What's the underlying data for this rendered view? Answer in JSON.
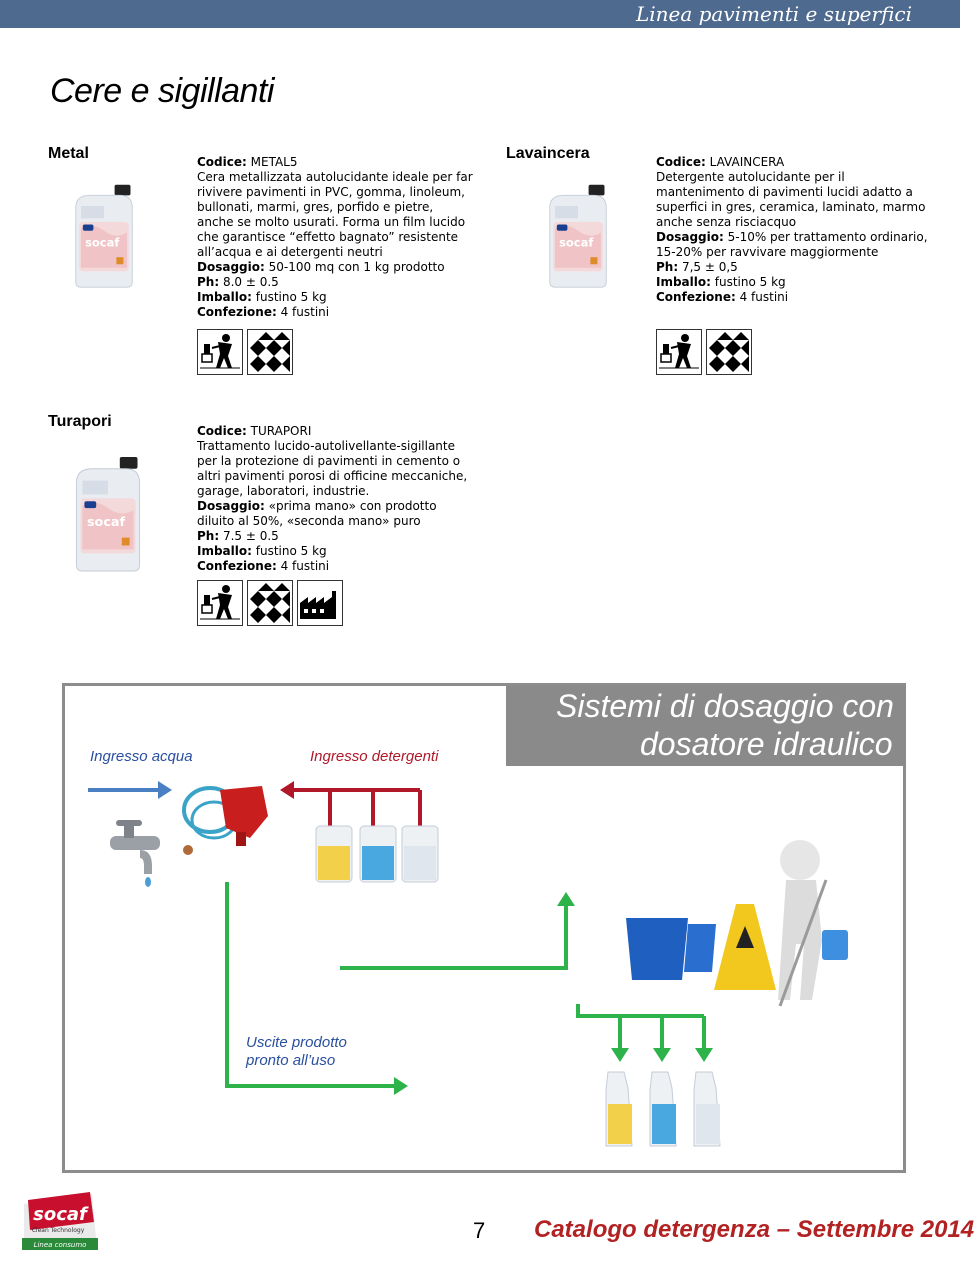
{
  "header": {
    "title": "Linea pavimenti e superfici"
  },
  "section": {
    "title": "Cere e sigillanti"
  },
  "products": [
    {
      "name": "Metal",
      "codice_label": "Codice:",
      "codice": "METAL5",
      "desc": [
        "Cera metallizzata autolucidante ideale per far",
        "rivivere pavimenti in PVC, gomma, linoleum,",
        "bullonati, marmi, gres, porfido e pietre,",
        "anche se molto usurati. Forma un film lucido",
        "che garantisce “effetto bagnato” resistente",
        "all’acqua e ai detergenti neutri"
      ],
      "dosaggio_label": "Dosaggio:",
      "dosaggio": [
        "50-100 mq con 1 kg prodotto"
      ],
      "ph_label": "Ph:",
      "ph": "8.0 ± 0.5",
      "imballo_label": "Imballo:",
      "imballo": "fustino 5 kg",
      "confezione_label": "Confezione:",
      "confezione": "4 fustini"
    },
    {
      "name": "Lavaincera",
      "codice_label": "Codice:",
      "codice": "LAVAINCERA",
      "desc": [
        "Detergente autolucidante per il",
        "mantenimento di pavimenti lucidi adatto a",
        "superfici in gres, ceramica, laminato, marmo",
        "anche senza risciacquo"
      ],
      "dosaggio_label": "Dosaggio:",
      "dosaggio": [
        "5-10% per trattamento ordinario,",
        "15-20% per ravvivare maggiormente"
      ],
      "ph_label": "Ph:",
      "ph": "7,5 ± 0,5",
      "imballo_label": "Imballo:",
      "imballo": "fustino 5 kg",
      "confezione_label": "Confezione:",
      "confezione": "4 fustini"
    },
    {
      "name": "Turapori",
      "codice_label": "Codice:",
      "codice": "TURAPORI",
      "desc": [
        "Trattamento lucido-autolivellante-sigillante",
        "per la protezione di pavimenti in cemento o",
        "altri pavimenti porosi di officine meccaniche,",
        "garage, laboratori, industrie."
      ],
      "dosaggio_label": "Dosaggio:",
      "dosaggio": [
        "«prima mano» con prodotto",
        "diluito al 50%, «seconda mano» puro"
      ],
      "ph_label": "Ph:",
      "ph": "7.5 ± 0.5",
      "imballo_label": "Imballo:",
      "imballo": "fustino 5 kg",
      "confezione_label": "Confezione:",
      "confezione": "4 fustini"
    }
  ],
  "jug_brand": "socaf",
  "diagram": {
    "title_line1": "Sistemi di dosaggio con",
    "title_line2": "dosatore idraulico",
    "label_water": "Ingresso acqua",
    "label_detergents": "Ingresso detergenti",
    "label_output_1": "Uscite prodotto",
    "label_output_2": "pronto all’uso",
    "arrow_blue": "#4a7fc4",
    "arrow_red": "#b0182a",
    "arrow_green": "#2db34a"
  },
  "footer": {
    "page": "7",
    "catalog": "Catalogo detergenza – Settembre 2014",
    "logo_brand": "socaf",
    "logo_sub": "Clean Technology",
    "logo_line": "Linea consumo"
  }
}
